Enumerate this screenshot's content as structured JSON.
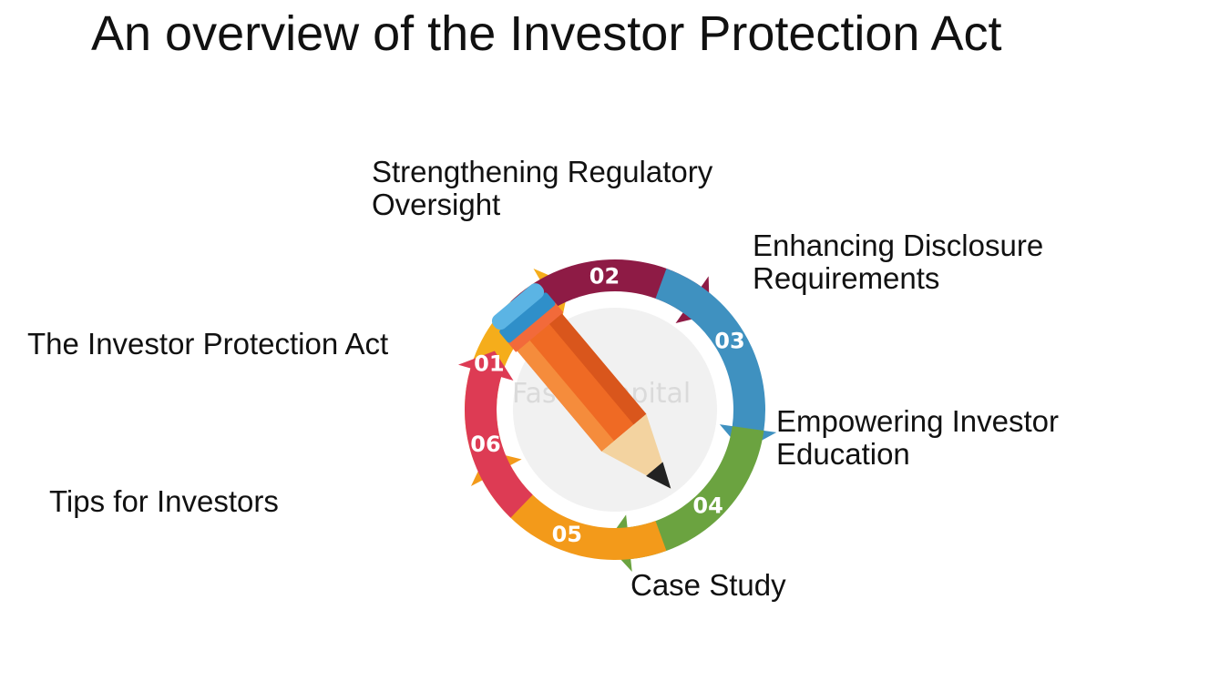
{
  "title": "An overview of the Investor Protection Act",
  "watermark": "FasterCapital",
  "steps": [
    {
      "number": "01",
      "lines": [
        "The Investor Protection Act"
      ],
      "color": "#f5ad1b"
    },
    {
      "number": "02",
      "lines": [
        "Strengthening Regulatory",
        "Oversight"
      ],
      "color": "#8e1b45"
    },
    {
      "number": "03",
      "lines": [
        "Enhancing Disclosure",
        "Requirements"
      ],
      "color": "#3f91c0"
    },
    {
      "number": "04",
      "lines": [
        "Empowering Investor",
        "Education"
      ],
      "color": "#6ba340"
    },
    {
      "number": "05",
      "lines": [
        "Case Study"
      ],
      "color": "#f39a1a"
    },
    {
      "number": "06",
      "lines": [
        "Tips for Investors"
      ],
      "color": "#dd3b54"
    }
  ]
}
